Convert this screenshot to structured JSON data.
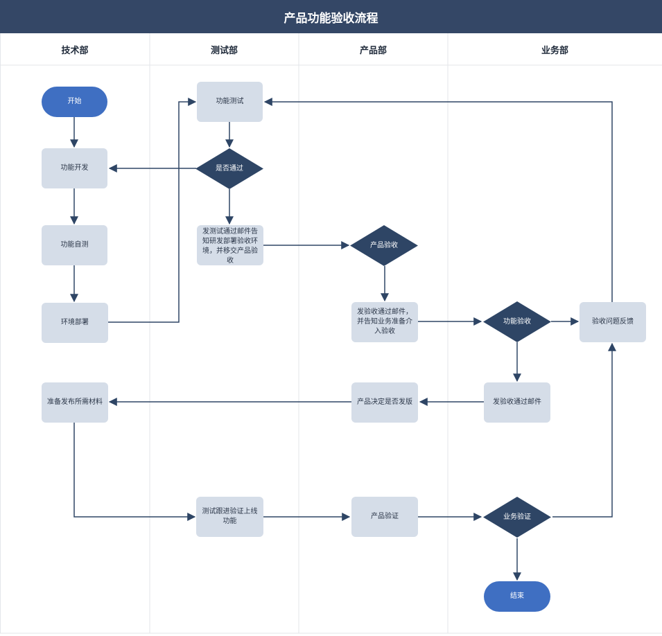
{
  "title": "产品功能验收流程",
  "lanes": [
    "技术部",
    "测试部",
    "产品部",
    "业务部"
  ],
  "colors": {
    "header_bg": "#344766",
    "process_fill": "#d5dde8",
    "decision_fill": "#2e4565",
    "terminal_fill": "#3f6fc2",
    "edge": "#2e4565",
    "lane_border": "#e3e6ea"
  },
  "nodes": {
    "start": "开始",
    "dev": "功能开发",
    "selftest": "功能自测",
    "deploy": "环境部署",
    "prepare": "准备发布所需材料",
    "functest": "功能测试",
    "pass": "是否通过",
    "testmail": "发测试通过邮件告知研发部署验收环境，并移交产品验收",
    "followup": "测试跟进验证上线功能",
    "prodaccept": "产品验收",
    "acceptmail": "发验收通过邮件，并告知业务准备介入验收",
    "decide": "产品决定是否发版",
    "prodverify": "产品验证",
    "funcaccept": "功能验收",
    "bizaccept_mail": "发验收通过邮件",
    "feedback": "验收问题反馈",
    "bizverify": "业务验证",
    "end": "结束"
  }
}
